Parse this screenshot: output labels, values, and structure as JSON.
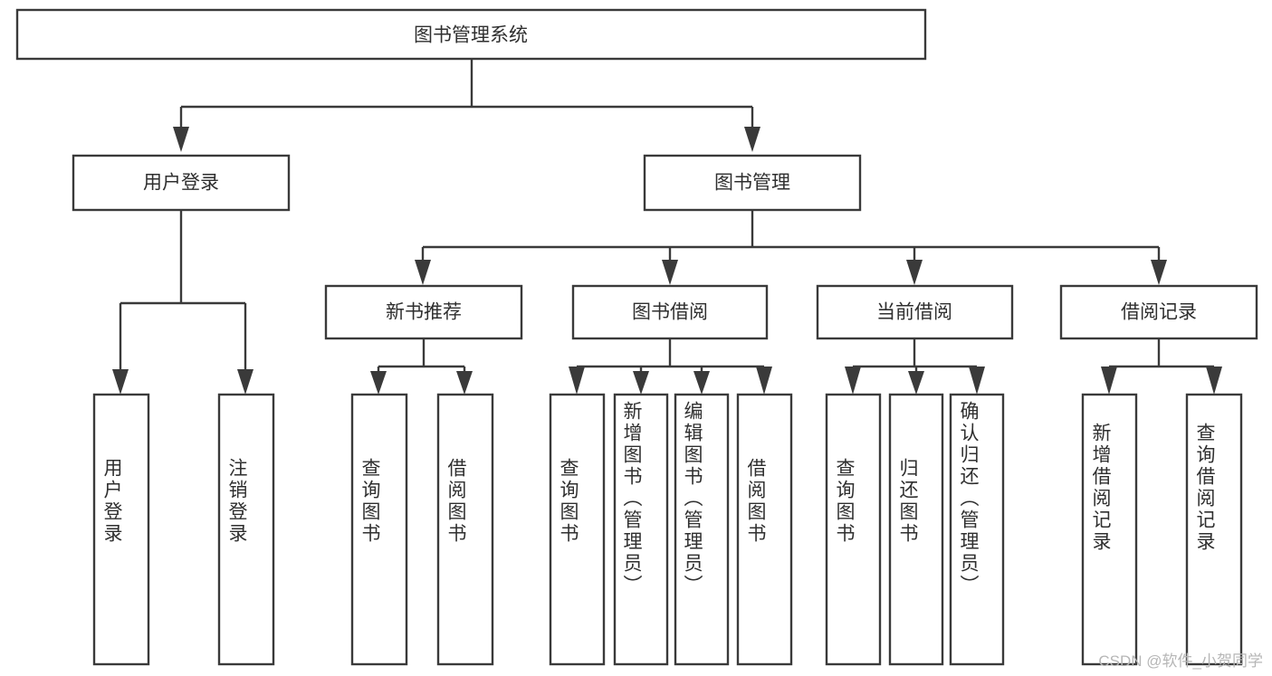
{
  "diagram": {
    "type": "tree-hierarchy",
    "title": "图书管理系统",
    "root": {
      "label": "图书管理系统",
      "orientation": "horizontal"
    },
    "level1": [
      {
        "label": "用户登录",
        "orientation": "horizontal"
      },
      {
        "label": "图书管理",
        "orientation": "horizontal"
      }
    ],
    "level2": [
      {
        "label": "新书推荐",
        "orientation": "horizontal",
        "parent": "图书管理"
      },
      {
        "label": "图书借阅",
        "orientation": "horizontal",
        "parent": "图书管理"
      },
      {
        "label": "当前借阅",
        "orientation": "horizontal",
        "parent": "图书管理"
      },
      {
        "label": "借阅记录",
        "orientation": "horizontal",
        "parent": "图书管理"
      }
    ],
    "leaves": {
      "用户登录": [
        {
          "label": "用户登录",
          "orientation": "vertical"
        },
        {
          "label": "注销登录",
          "orientation": "vertical"
        }
      ],
      "新书推荐": [
        {
          "label": "查询图书",
          "orientation": "vertical"
        },
        {
          "label": "借阅图书",
          "orientation": "vertical"
        }
      ],
      "图书借阅": [
        {
          "label": "查询图书",
          "orientation": "vertical"
        },
        {
          "label": "新增图书（管理员）",
          "orientation": "vertical"
        },
        {
          "label": "编辑图书（管理员）",
          "orientation": "vertical"
        },
        {
          "label": "借阅图书",
          "orientation": "vertical"
        }
      ],
      "当前借阅": [
        {
          "label": "查询图书",
          "orientation": "vertical"
        },
        {
          "label": "归还图书",
          "orientation": "vertical"
        },
        {
          "label": "确认归还（管理员）",
          "orientation": "vertical"
        }
      ],
      "借阅记录": [
        {
          "label": "新增借阅记录",
          "orientation": "vertical"
        },
        {
          "label": "查询借阅记录",
          "orientation": "vertical"
        }
      ]
    }
  },
  "watermark": {
    "text": "CSDN @软件_小贺同学"
  },
  "colors": {
    "stroke": "#3a3a3a",
    "text": "#2f2f2f",
    "background": "#ffffff",
    "watermark": "#b6b6b6"
  }
}
